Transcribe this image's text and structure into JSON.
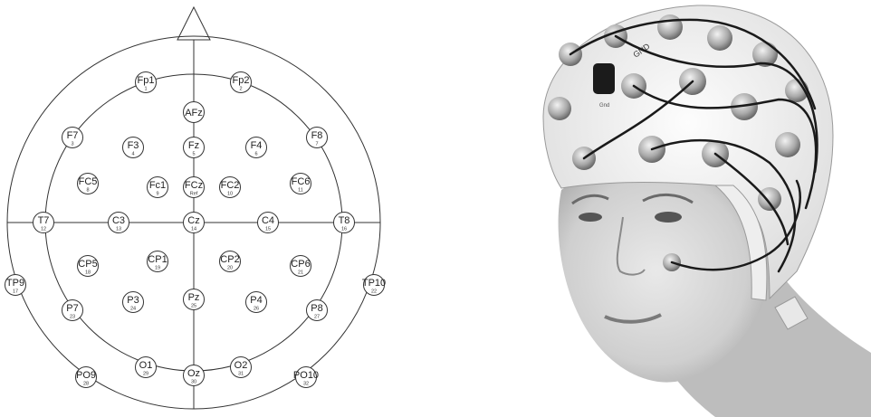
{
  "electrodes": [
    {
      "label": "Fp1",
      "num": "1"
    },
    {
      "label": "Fp2",
      "num": "2"
    },
    {
      "label": "F7",
      "num": "3"
    },
    {
      "label": "F3",
      "num": "4"
    },
    {
      "label": "Fz",
      "num": "5"
    },
    {
      "label": "F4",
      "num": "6"
    },
    {
      "label": "F8",
      "num": "7"
    },
    {
      "label": "FC5",
      "num": "8"
    },
    {
      "label": "Fc1",
      "num": "9"
    },
    {
      "label": "FC2",
      "num": "10"
    },
    {
      "label": "FC6",
      "num": "11"
    },
    {
      "label": "T7",
      "num": "12"
    },
    {
      "label": "C3",
      "num": "13"
    },
    {
      "label": "Cz",
      "num": "14"
    },
    {
      "label": "C4",
      "num": "15"
    },
    {
      "label": "T8",
      "num": "16"
    },
    {
      "label": "TP9",
      "num": "17"
    },
    {
      "label": "CP5",
      "num": "18"
    },
    {
      "label": "CP1",
      "num": "19"
    },
    {
      "label": "CP2",
      "num": "20"
    },
    {
      "label": "CP6",
      "num": "21"
    },
    {
      "label": "TP10",
      "num": "22"
    },
    {
      "label": "P7",
      "num": "23"
    },
    {
      "label": "P3",
      "num": "24"
    },
    {
      "label": "Pz",
      "num": "25"
    },
    {
      "label": "P4",
      "num": "26"
    },
    {
      "label": "P8",
      "num": "27"
    },
    {
      "label": "PO9",
      "num": "28"
    },
    {
      "label": "O1",
      "num": "29"
    },
    {
      "label": "Oz",
      "num": "30"
    },
    {
      "label": "O2",
      "num": "31"
    },
    {
      "label": "PO10",
      "num": "32"
    },
    {
      "label": "AFz",
      "num": ""
    },
    {
      "label": "FCz",
      "num": "Ref"
    }
  ],
  "cap": {
    "gnd_label": "GND",
    "gnd_sub": "Gnd",
    "band_color": "#f2f2f2"
  }
}
